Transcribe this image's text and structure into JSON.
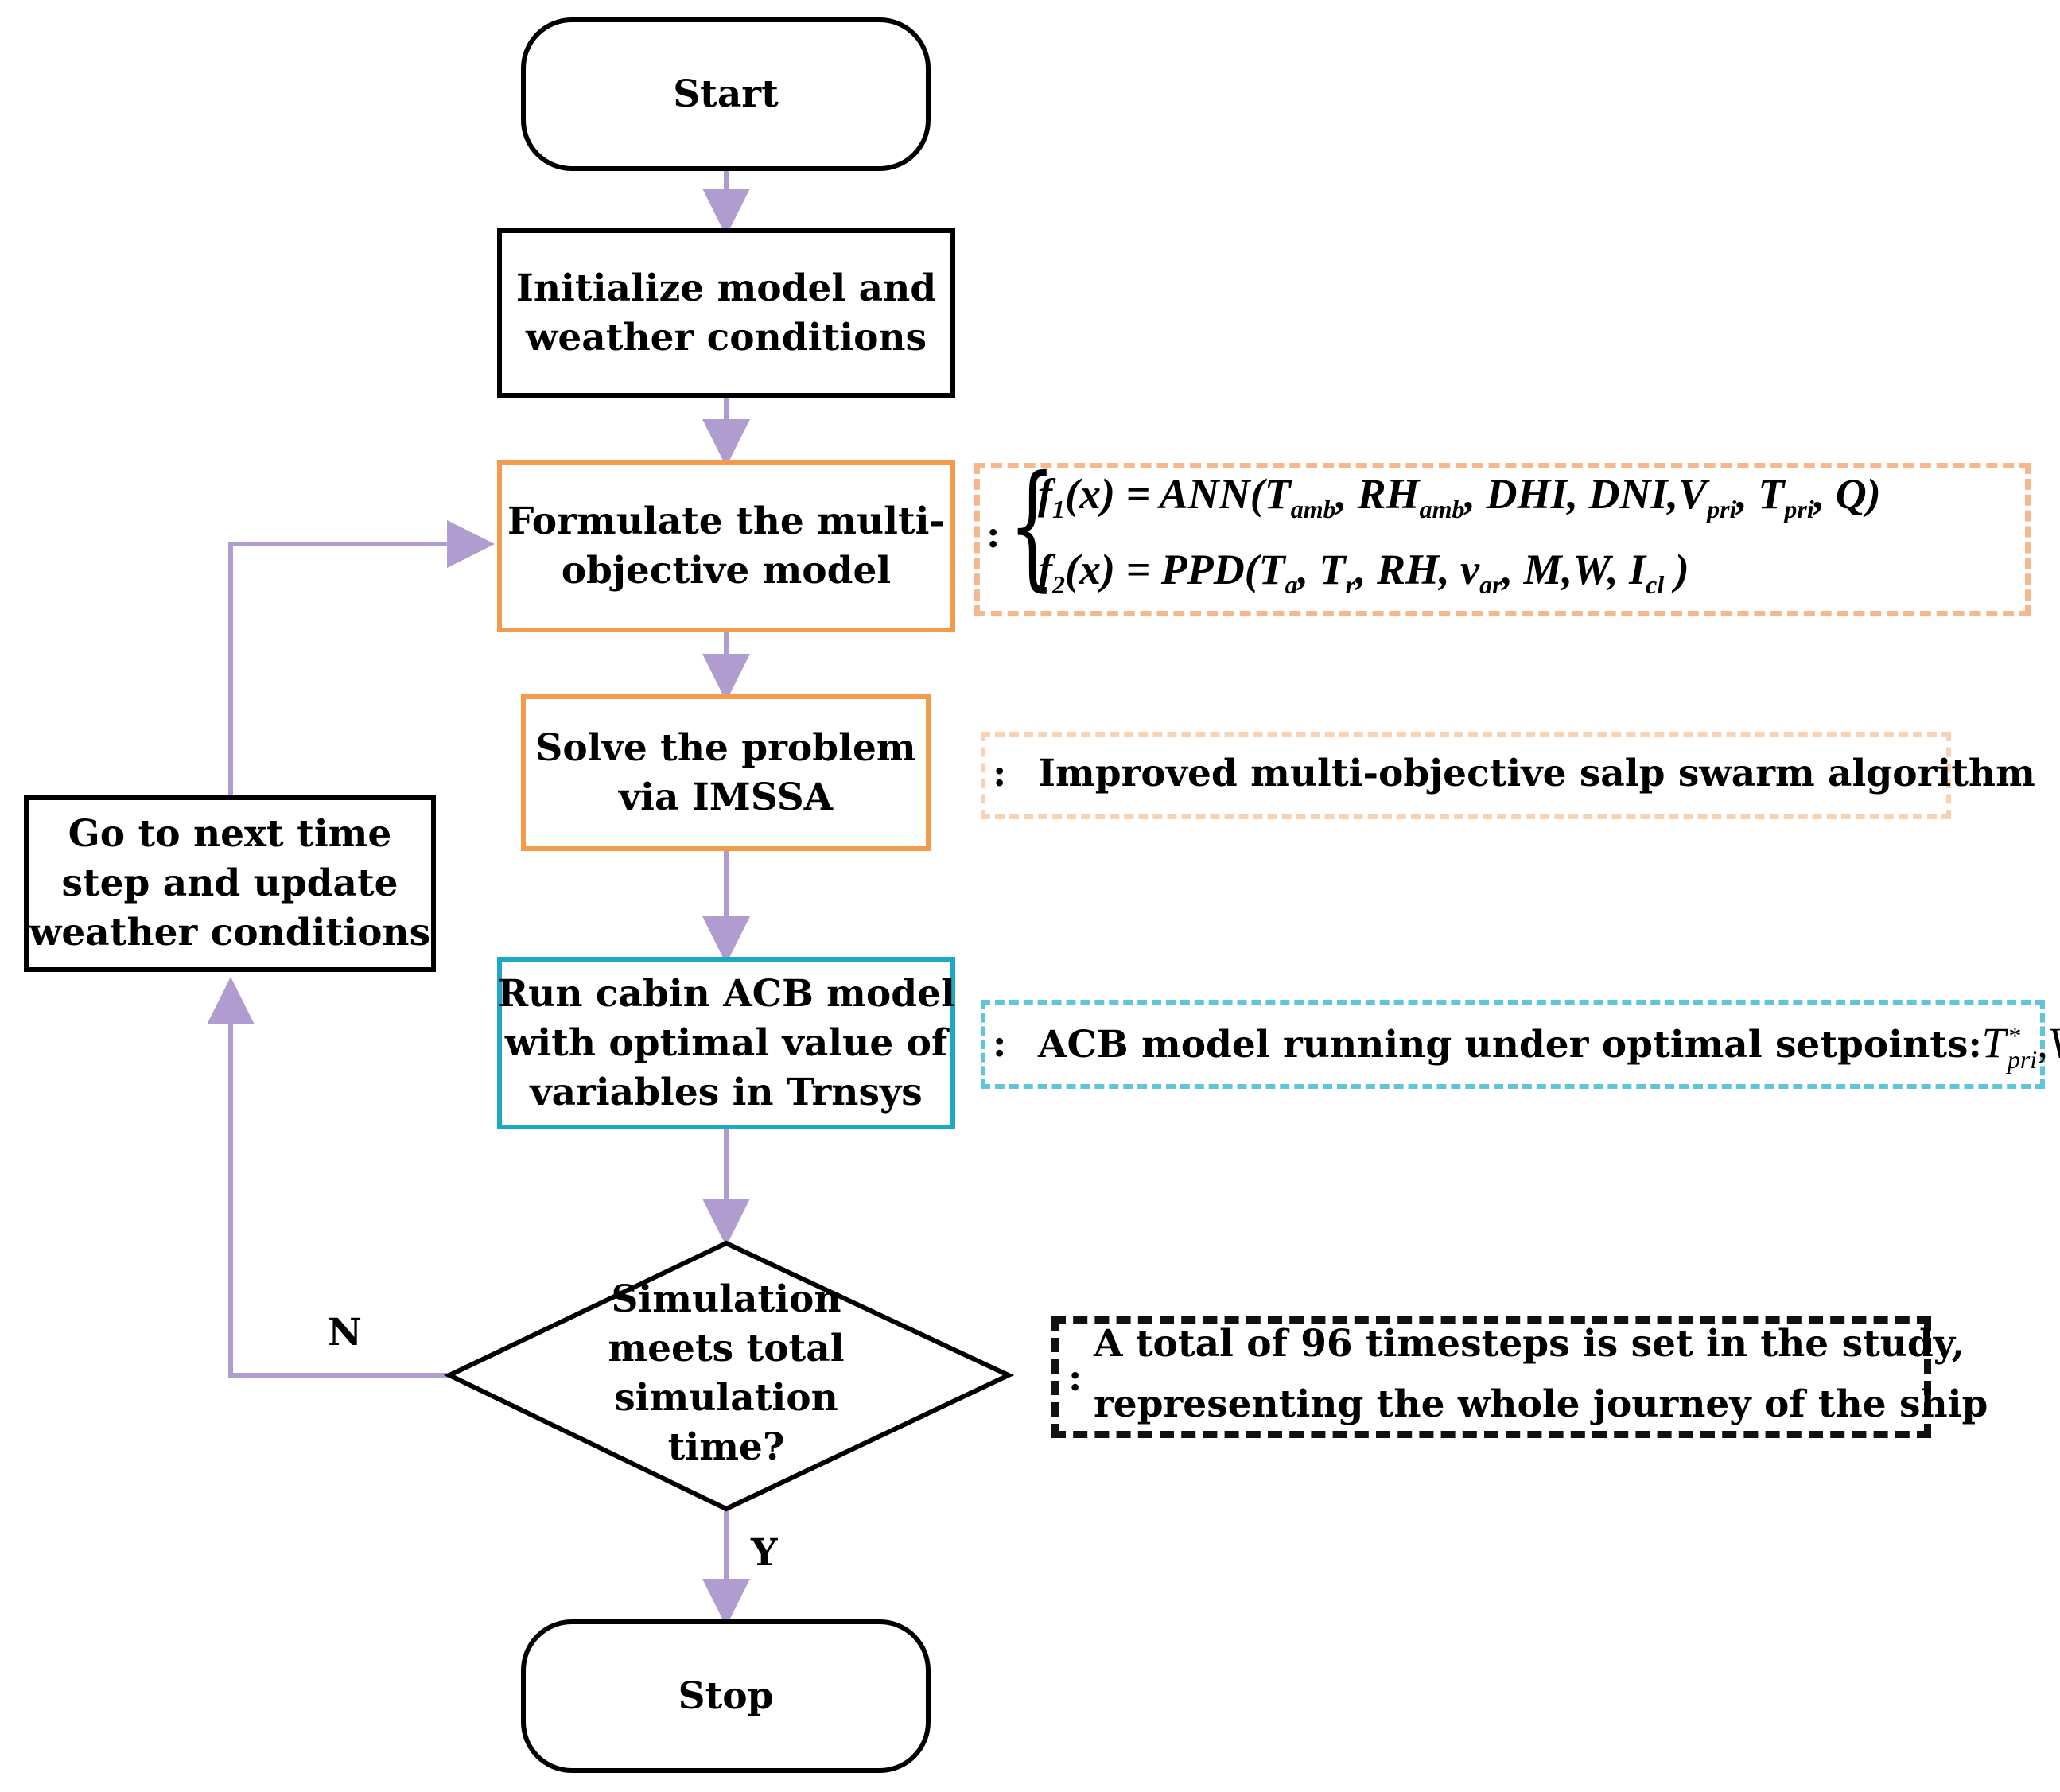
{
  "nodes": {
    "start": "Start",
    "init": [
      "Initialize model and",
      "weather conditions"
    ],
    "formulate": [
      "Formulate the multi-",
      "objective model"
    ],
    "solve": [
      "Solve the problem",
      "via  IMSSA"
    ],
    "run": [
      "Run cabin ACB model",
      "with optimal value of",
      "variables in Trnsys"
    ],
    "decision": [
      "Simulation",
      "meets total",
      "simulation",
      "time?"
    ],
    "next": [
      "Go to next time",
      "step and update",
      "weather conditions"
    ],
    "stop": "Stop"
  },
  "edge_labels": {
    "no": "N",
    "yes": "Y"
  },
  "notes": {
    "colon": ":",
    "equations": {
      "f1_lhs": "f",
      "f1_idx": "1",
      "f1_rhs": "(x) = ANN(T",
      "f1_amb1": "amb",
      "f1_mid1": ", RH",
      "f1_amb2": "amb",
      "f1_mid2": ", DHI, DNI,V",
      "f1_pri1": "pri",
      "f1_mid3": ", T",
      "f1_pri2": "pri",
      "f1_end": ", Q)",
      "f2_lhs": "f",
      "f2_idx": "2",
      "f2_rhs": "(x) = PPD(T",
      "f2_a": "a",
      "f2_mid1": ", T",
      "f2_r": "r",
      "f2_mid2": ", RH, v",
      "f2_ar": "ar",
      "f2_mid3": ", M,W, I",
      "f2_cl": "cl",
      "f2_end": " )"
    },
    "algorithm": "Improved multi-objective salp swarm algorithm",
    "acb": "ACB model running under optimal setpoints:",
    "acb_sym": {
      "T": "T",
      "V": "V",
      "star": "*",
      "sub": "pri",
      "comma": ","
    },
    "timesteps": [
      "A total of 96 timesteps is set in the study,",
      "representing the whole journey of the ship"
    ]
  },
  "colors": {
    "arrow": "#b19cd0",
    "orange": "#f39a4b",
    "blue": "#1ba9c3",
    "black": "#000000"
  }
}
